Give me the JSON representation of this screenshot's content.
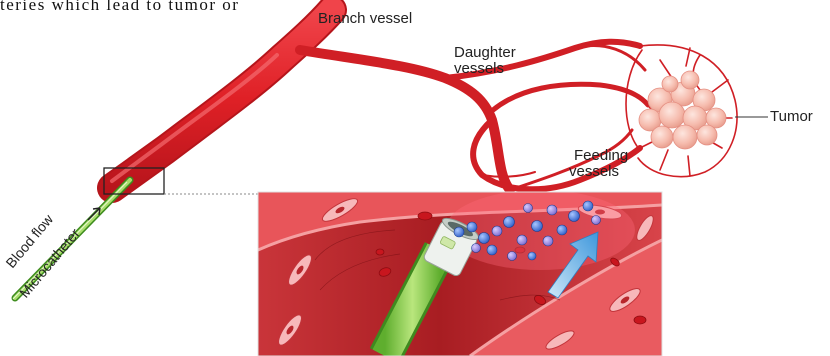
{
  "header_fragment": "teries which lead to tumor or",
  "labels": {
    "branch_vessel": "Branch vessel",
    "daughter_vessels_line1": "Daughter",
    "daughter_vessels_line2": "vessels",
    "tumor": "Tumor",
    "feeding_vessels_line1": "Feeding",
    "feeding_vessels_line2": "vessels",
    "blood_flow": "Blood flow",
    "microcatheter": "Microcatheter"
  },
  "colors": {
    "vessel_red": "#e3262a",
    "vessel_dark": "#b5151b",
    "tumor_pink": "#f7c3b8",
    "catheter_green": "#8bcf4b",
    "particle_blue": "#3f73d6",
    "particle_violet": "#8e7fd8",
    "flow_arrow": "#4aa3e0"
  }
}
